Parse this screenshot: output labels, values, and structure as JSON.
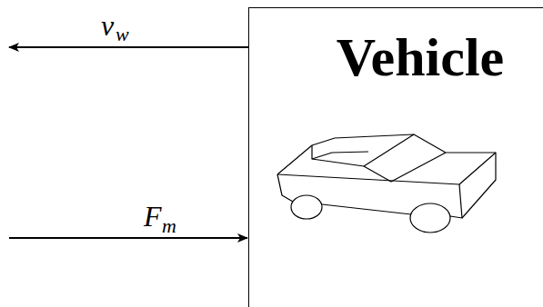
{
  "diagram": {
    "nodes": [
      {
        "text": [
          "Vehicle"
        ]
      }
    ],
    "labels": [
      "v",
      "w",
      "F",
      "m"
    ]
  }
}
